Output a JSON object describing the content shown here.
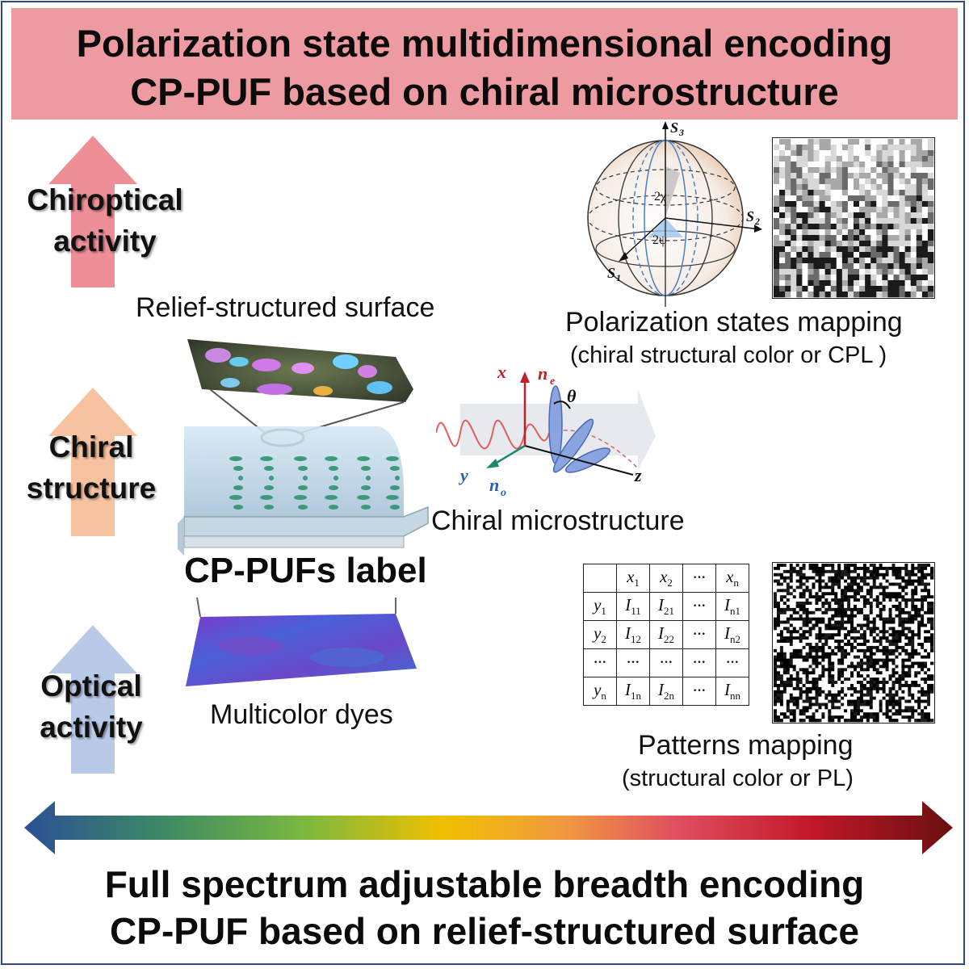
{
  "title": {
    "line1": "Polarization state multidimensional encoding",
    "line2": "CP-PUF based on chiral microstructure"
  },
  "side_labels": [
    {
      "line1": "Chiroptical",
      "line2": "activity",
      "color": "#ee8f97"
    },
    {
      "line1": "Chiral",
      "line2": "structure",
      "color": "#f6c2a0"
    },
    {
      "line1": "Optical",
      "line2": "activity",
      "color": "#b9c9e8"
    }
  ],
  "center": {
    "top_caption": "Relief-structured surface",
    "label": "CP-PUFs label",
    "bottom_caption": "Multicolor dyes"
  },
  "chiral": {
    "caption": "Chiral microstructure",
    "axes": {
      "x": "x",
      "ne": "n",
      "ne_sub": "e",
      "theta": "θ",
      "y": "y",
      "no": "n",
      "no_sub": "o",
      "z": "z"
    }
  },
  "poincare": {
    "s3": "S",
    "s3_sub": "3",
    "s2": "S",
    "s2_sub": "2",
    "s1": "S",
    "s1_sub": "1",
    "angle_chi": "2χ",
    "angle_psi": "2ψ",
    "caption": "Polarization states mapping",
    "subcaption": "(chiral structural color or CPL )"
  },
  "patterns": {
    "caption": "Patterns mapping",
    "subcaption": "(structural color or PL)",
    "table": [
      [
        "",
        "x1",
        "x2",
        "···",
        "xn"
      ],
      [
        "y1",
        "I11",
        "I21",
        "···",
        "In1"
      ],
      [
        "y2",
        "I12",
        "I22",
        "···",
        "In2"
      ],
      [
        "···",
        "···",
        "···",
        "···",
        "···"
      ],
      [
        "yn",
        "I1n",
        "I2n",
        "···",
        "Inn"
      ]
    ]
  },
  "bottom": {
    "line1": "Full spectrum adjustable breadth encoding",
    "line2": "CP-PUF based on relief-structured surface"
  },
  "spectrum_colors": [
    "#2b4f95",
    "#3d8a64",
    "#7ab840",
    "#f0c000",
    "#f09a40",
    "#e05060",
    "#c01828",
    "#6a1010"
  ]
}
